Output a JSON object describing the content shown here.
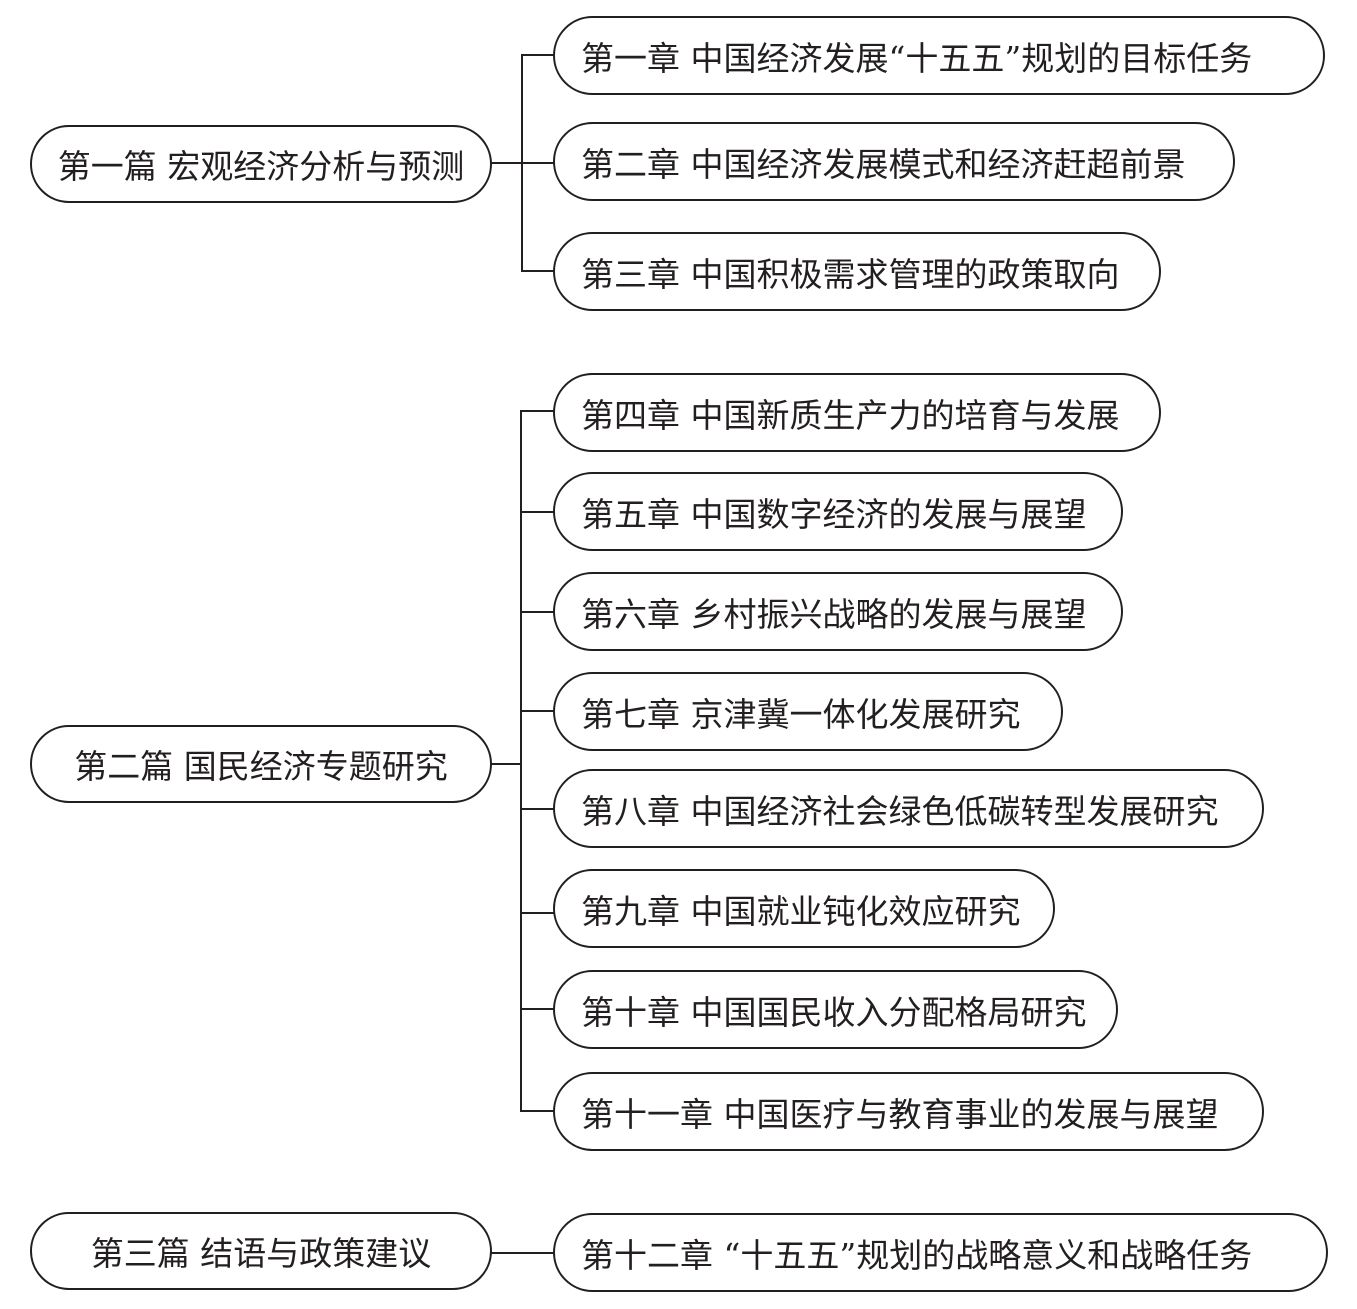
{
  "diagram": {
    "parts": [
      {
        "label": "第一篇 宏观经济分析与预测",
        "chapters": [
          "第一章 中国经济发展“十五五”规划的目标任务",
          "第二章 中国经济发展模式和经济赶超前景",
          "第三章 中国积极需求管理的政策取向"
        ]
      },
      {
        "label": "第二篇 国民经济专题研究",
        "chapters": [
          "第四章 中国新质生产力的培育与发展",
          "第五章 中国数字经济的发展与展望",
          "第六章 乡村振兴战略的发展与展望",
          "第七章 京津冀一体化发展研究",
          "第八章 中国经济社会绿色低碳转型发展研究",
          "第九章 中国就业钝化效应研究",
          "第十章 中国国民收入分配格局研究",
          "第十一章 中国医疗与教育事业的发展与展望"
        ]
      },
      {
        "label": "第三篇 结语与政策建议",
        "chapters": [
          "第十二章 “十五五”规划的战略意义和战略任务"
        ]
      }
    ]
  }
}
